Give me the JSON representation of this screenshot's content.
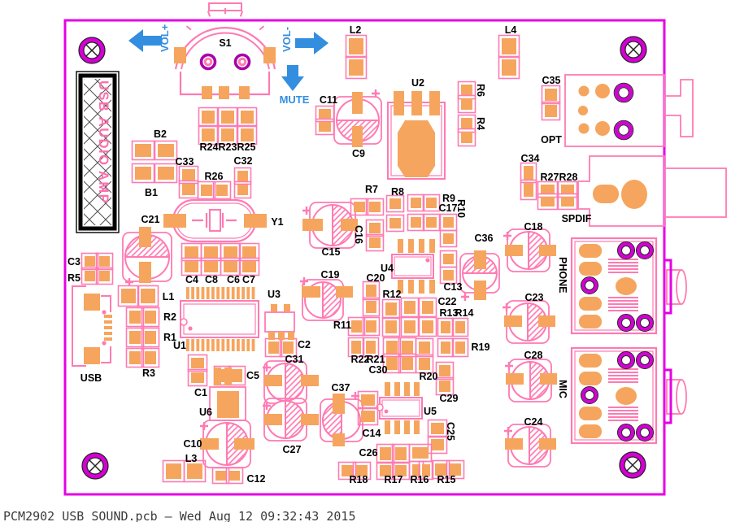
{
  "status_bar": {
    "text": "PCM2902 USB_SOUND.pcb — Wed Aug 12 09:32:43 2015"
  },
  "annotations": {
    "vol_up": "VOL+",
    "vol_down": "VOL-",
    "mute": "MUTE",
    "banner": "USB AUDIO AMP"
  },
  "labels": {
    "S1": "S1",
    "L2": "L2",
    "L4": "L4",
    "C35": "C35",
    "OPT": "OPT",
    "C34": "C34",
    "R27": "R27",
    "R28": "R28",
    "SPDIF": "SPDIF",
    "C18": "C18",
    "C23": "C23",
    "C28": "C28",
    "C24": "C24",
    "C11": "C11",
    "C9": "C9",
    "U2": "U2",
    "R6": "R6",
    "R4": "R4",
    "B2": "B2",
    "B1": "B1",
    "C33": "C33",
    "R26": "R26",
    "C32": "C32",
    "R24": "R24",
    "R23": "R23",
    "R25": "R25",
    "C21": "C21",
    "Y1": "Y1",
    "C3": "C3",
    "R5": "R5",
    "C4": "C4",
    "C8": "C8",
    "C6": "C6",
    "C7": "C7",
    "L1": "L1",
    "R2": "R2",
    "R1": "R1",
    "U1": "U1",
    "R3": "R3",
    "USB": "USB",
    "C15": "C15",
    "C16": "C16",
    "R7": "R7",
    "R8": "R8",
    "R9": "R9",
    "C17": "C17",
    "R10": "R10",
    "U4": "U4",
    "C20": "C20",
    "C19": "C19",
    "C13": "C13",
    "C36": "C36",
    "R11": "R11",
    "R12": "R12",
    "C22": "C22",
    "R13": "R13",
    "R14": "R14",
    "R19": "R19",
    "C2": "C2",
    "U3": "U3",
    "R22": "R22",
    "R21": "R21",
    "C30": "C30",
    "R20": "R20",
    "C29": "C29",
    "C5": "C5",
    "C1": "C1",
    "U6": "U6",
    "C31": "C31",
    "C10": "C10",
    "C27": "C27",
    "L3": "L3",
    "C12": "C12",
    "C37": "C37",
    "C14": "C14",
    "U5": "U5",
    "C25": "C25",
    "C26": "C26",
    "R18": "R18",
    "R17": "R17",
    "R16": "R16",
    "R15": "R15",
    "PHONE": "PHONE",
    "MIC": "MIC"
  },
  "colors": {
    "board_edge": "#e400e4",
    "silkscreen": "#ff7ab2",
    "pad": "#f6a55e",
    "drill_ring": "#d400d4",
    "annotation_blue": "#338ee0",
    "label_text": "#000000",
    "status_text": "#3c3c3c"
  }
}
